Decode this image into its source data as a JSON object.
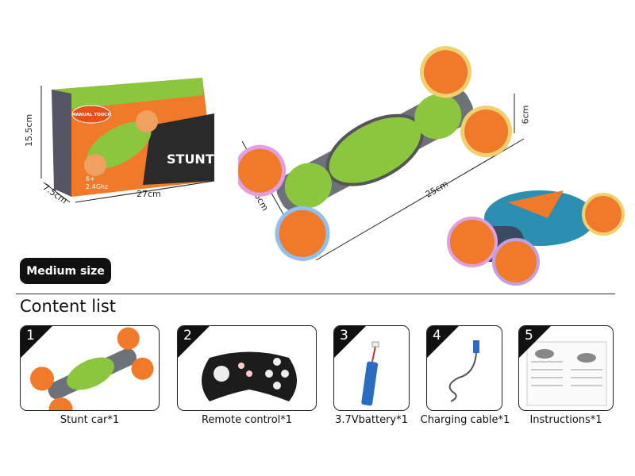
{
  "product": {
    "box": {
      "brand_text": "STUNT CAR",
      "age": "6+",
      "frequency": "2.4Ghz",
      "badge": "MANUAL TOUCH"
    },
    "dimensions": {
      "box_height": "15.5cm",
      "box_depth": "7.5cm",
      "box_width": "27cm",
      "car_width": "16cm",
      "car_length": "25cm",
      "car_height": "6cm"
    }
  },
  "size_badge": "Medium size",
  "content_list": {
    "title": "Content  list",
    "items": [
      {
        "number": "1",
        "label": "Stunt car*1"
      },
      {
        "number": "2",
        "label": "Remote control*1"
      },
      {
        "number": "3",
        "label": "3.7Vbattery*1"
      },
      {
        "number": "4",
        "label": "Charging cable*1"
      },
      {
        "number": "5",
        "label": "Instructions*1"
      }
    ]
  },
  "colors": {
    "orange": "#f07a2a",
    "green": "#8cc63f",
    "grey": "#6d7278",
    "black": "#111111",
    "blue": "#2a6cc0"
  }
}
